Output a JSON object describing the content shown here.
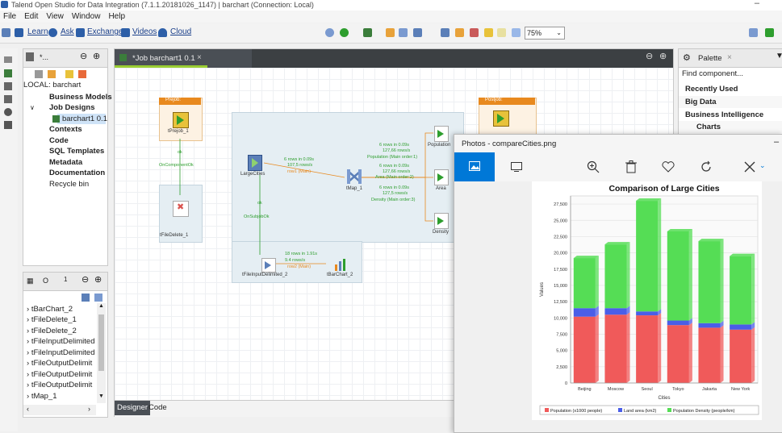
{
  "window": {
    "title": "Talend Open Studio for Data Integration (7.1.1.20181026_1147) | barchart (Connection: Local)"
  },
  "menu": [
    "File",
    "Edit",
    "View",
    "Window",
    "Help"
  ],
  "toolbar": {
    "links": [
      "Learn",
      "Ask",
      "Exchange",
      "Videos",
      "Cloud"
    ],
    "zoom": "75%"
  },
  "repository": {
    "tab_label": "*...",
    "root": "LOCAL: barchart",
    "items": [
      "Business Models",
      "Job Designs",
      "barchart1 0.1",
      "Contexts",
      "Code",
      "SQL Templates",
      "Metadata",
      "Documentation",
      "Recycle bin"
    ]
  },
  "outline": {
    "tabs": [
      "O",
      "1"
    ],
    "items": [
      "tBarChart_2",
      "tFileDelete_1",
      "tFileDelete_2",
      "tFileInputDelimited",
      "tFileInputDelimited",
      "tFileOutputDelimit",
      "tFileOutputDelimit",
      "tFileOutputDelimit",
      "tMap_1"
    ]
  },
  "editor": {
    "tab": "*Job barchart1 0.1",
    "bottom_tabs": [
      "Designer",
      "Code"
    ],
    "prejob": {
      "header": "Prejob:",
      "component": "tPrejob_1"
    },
    "postjob": {
      "header": "Postjob:"
    },
    "components": {
      "file_delete": "tFileDelete_1",
      "large_cities": "LargeCities",
      "tmap": "tMap_1",
      "population": "Population",
      "area": "Area",
      "density": "Density",
      "input2": "tFileInputDelimited_2",
      "barchart": "tBarChart_2"
    },
    "links": {
      "on_component_ok": "OnComponentOk",
      "ok1": "ok",
      "on_subjob_ok": "OnSubjobOk",
      "ok2": "ok",
      "row1": [
        "6 rows in 0.09s",
        "107,5 rows/s",
        "row1 (Main)"
      ],
      "population": [
        "6 rows in 0.09s",
        "127,66 rows/s",
        "Population (Main order:1)"
      ],
      "area": [
        "6 rows in 0.09s",
        "127,66 rows/s",
        "Area (Main order:2)"
      ],
      "density": [
        "6 rows in 0.09s",
        "127,5 rows/s",
        "Density (Main order:3)"
      ],
      "row2": [
        "18 rows in 1.91s",
        "9.4 rows/s",
        "row2 (Main)"
      ]
    }
  },
  "palette": {
    "tab": "Palette",
    "search_placeholder": "Find component...",
    "items": [
      "Recently Used",
      "Big Data",
      "Business Intelligence",
      "Charts"
    ]
  },
  "photos": {
    "title": "Photos - compareCities.png"
  },
  "chart_data": {
    "type": "bar",
    "stacked": true,
    "title": "Comparison of Large Cities",
    "xlabel": "Cities",
    "ylabel": "Values",
    "ylim": [
      0,
      28750
    ],
    "yticks": [
      0,
      2500,
      5000,
      7500,
      10000,
      12500,
      15000,
      17500,
      20000,
      22500,
      25000,
      27500
    ],
    "ytick_labels": [
      "0",
      "2,500",
      "5,000",
      "7,500",
      "10,000",
      "12,500",
      "15,000",
      "17,500",
      "20,000",
      "22,500",
      "25,000",
      "27,500"
    ],
    "categories": [
      "Beijing",
      "Moscow",
      "Seoul",
      "Tokyo",
      "Jakarta",
      "New York"
    ],
    "series": [
      {
        "name": "Population (x1000 people)",
        "color": "#f05a5a",
        "values": [
          10200,
          10500,
          10400,
          8900,
          8500,
          8200
        ]
      },
      {
        "name": "Land area (km2)",
        "color": "#4a5ee8",
        "values": [
          1300,
          1000,
          600,
          700,
          700,
          800
        ]
      },
      {
        "name": "Population Density (people/km)",
        "color": "#55dd55",
        "values": [
          7700,
          9800,
          17000,
          13700,
          12600,
          10500
        ]
      }
    ],
    "legend_position": "bottom",
    "grid": true
  }
}
